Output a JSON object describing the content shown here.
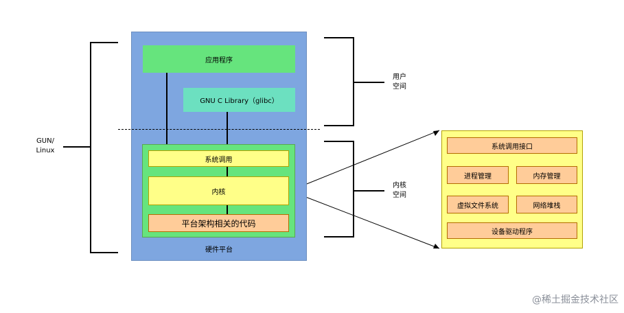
{
  "labels": {
    "gnu_linux": "GUN/\nLinux",
    "app": "应用程序",
    "glibc": "GNU C Library（glibc）",
    "syscall": "系统调用",
    "kernel": "内核",
    "arch_code": "平台架构相关的代码",
    "hardware": "硬件平台",
    "user_space": "用户\n空间",
    "kernel_space": "内核\n空间"
  },
  "kernel_detail": {
    "syscall_interface": "系统调用接口",
    "process_mgmt": "进程管理",
    "memory_mgmt": "内存管理",
    "vfs": "虚拟文件系统",
    "network_stack": "网络堆栈",
    "device_drivers": "设备驱动程序"
  },
  "watermark": "@稀土掘金技术社区",
  "colors": {
    "platform": "#7ea6e0",
    "green": "#66e47d",
    "teal": "#6ce0c0",
    "yellow": "#ffff88",
    "orange": "#ffcc99"
  }
}
